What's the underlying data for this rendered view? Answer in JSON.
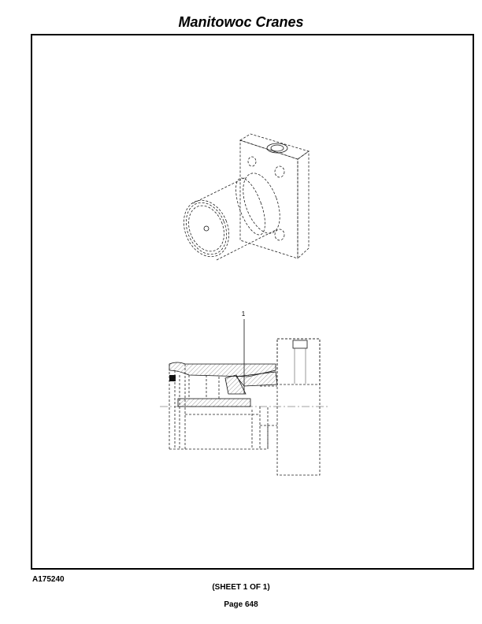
{
  "header": {
    "title": "Manitowoc Cranes"
  },
  "figure": {
    "callouts": [
      "1"
    ]
  },
  "footer": {
    "doc_id": "A175240",
    "sheet": "(SHEET 1 OF 1)",
    "page": "Page 648"
  }
}
